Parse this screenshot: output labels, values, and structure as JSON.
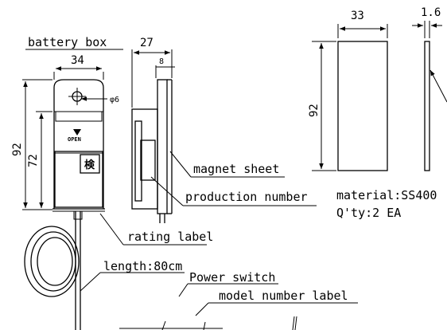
{
  "labels": {
    "battery_box": "battery box",
    "magnet_sheet": "magnet sheet",
    "production_number": "production number",
    "rating_label": "rating label",
    "length": "length:80cm",
    "power_switch": "Power switch",
    "model_number_label": "model number label",
    "material": "material:SS400",
    "qty": "Q'ty:2 EA",
    "open": "OPEN",
    "inspect_mark": "検"
  },
  "dimensions": {
    "box_width": "34",
    "box_height_total": "92",
    "box_height_inner": "72",
    "hole_dia": "φ6",
    "side_depth": "27",
    "side_plate": "8",
    "plate_width": "33",
    "plate_height": "92",
    "plate_thickness": "1.6"
  }
}
